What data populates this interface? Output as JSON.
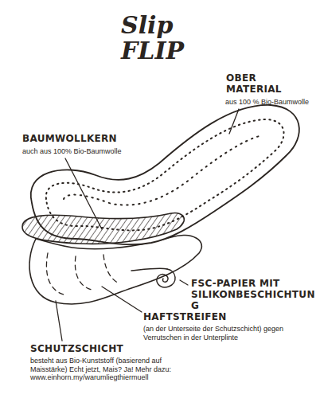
{
  "diagram": {
    "title": "Slip FLIP",
    "labels": [
      "OBER MATERIAL",
      "aus 100 % Bio-Baumwolle",
      "BAUMWOLLKERN",
      "auch aus 100% Bio-Baumwolle",
      "FSC-PAPIER MIT SILIKONBESCHICHTUNG",
      "HAFTSTREIFEN",
      "(an der Unterseite der Schutzschicht) gegen Verrutschen in der Unterplinte",
      "SCHUTZSCHICHT",
      "besteht aus Bio-Kunststoff (basierend auf Maisstärke) Echt jetzt, Mais? Ja! Mehr dazu: www.einhorn.my/warumliegthiermuell"
    ]
  }
}
